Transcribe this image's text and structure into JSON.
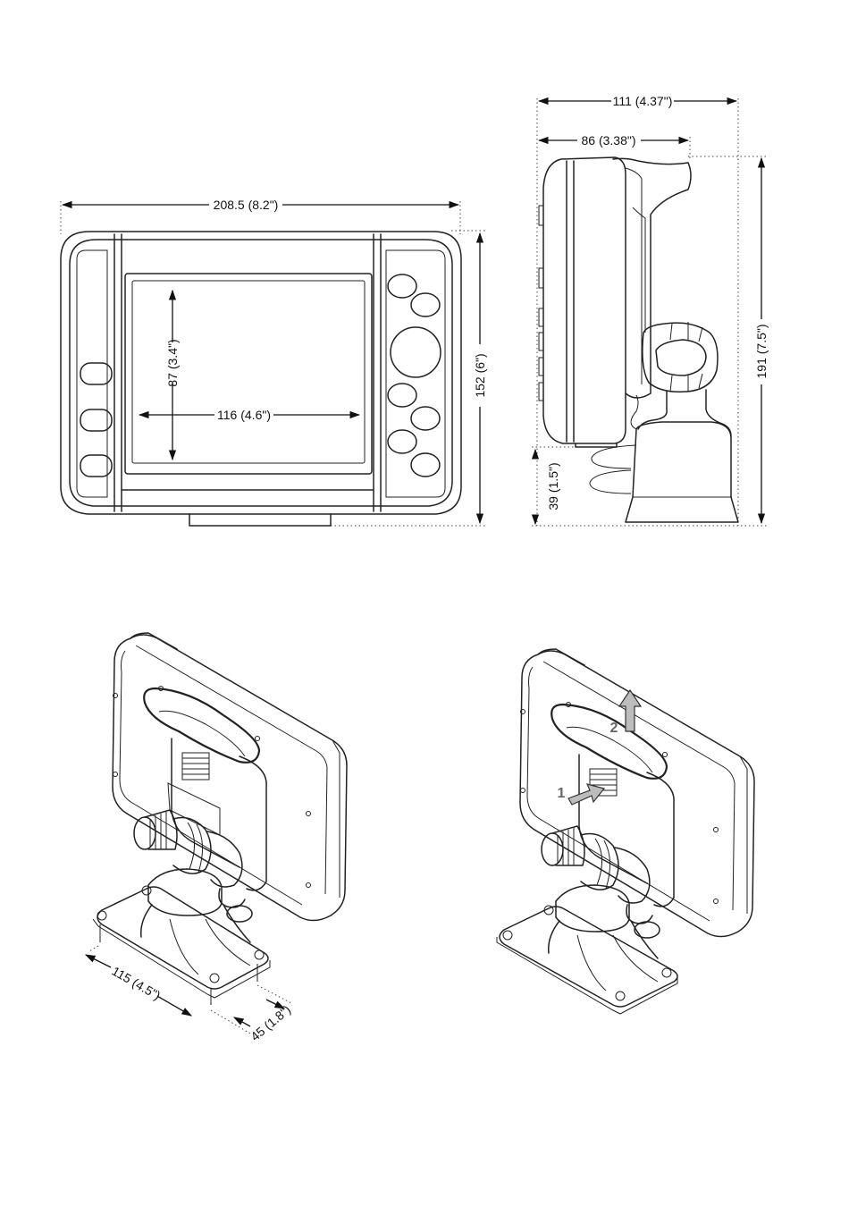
{
  "colors": {
    "line": "#222222",
    "background": "#ffffff",
    "step_label": "#666666"
  },
  "dimensions": {
    "front_width": "208.5 (8.2\")",
    "front_height": "152 (6\")",
    "screen_width": "116 (4.6\")",
    "screen_height": "87 (3.4\")",
    "side_depth_total": "111 (4.37\")",
    "side_depth_case": "86 (3.38\")",
    "side_height_total": "191 (7.5\")",
    "bracket_height": "39 (1.5\")",
    "base_length": "115 (4.5\")",
    "base_width": "45 (1.8\")"
  },
  "steps": {
    "step_1": "1",
    "step_2": "2"
  }
}
